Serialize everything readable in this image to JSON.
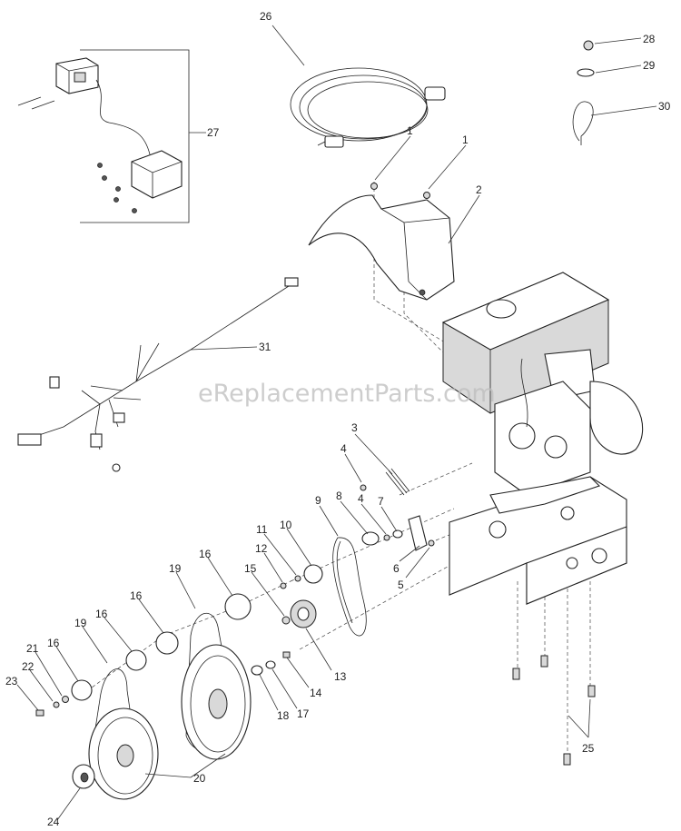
{
  "watermark": "eReplacementParts.com",
  "callouts": [
    "1",
    "1",
    "2",
    "3",
    "4",
    "4",
    "5",
    "6",
    "7",
    "8",
    "9",
    "10",
    "11",
    "12",
    "13",
    "14",
    "15",
    "16",
    "16",
    "16",
    "16",
    "17",
    "18",
    "19",
    "19",
    "20",
    "21",
    "22",
    "23",
    "24",
    "25",
    "26",
    "27",
    "28",
    "29",
    "30",
    "31"
  ]
}
